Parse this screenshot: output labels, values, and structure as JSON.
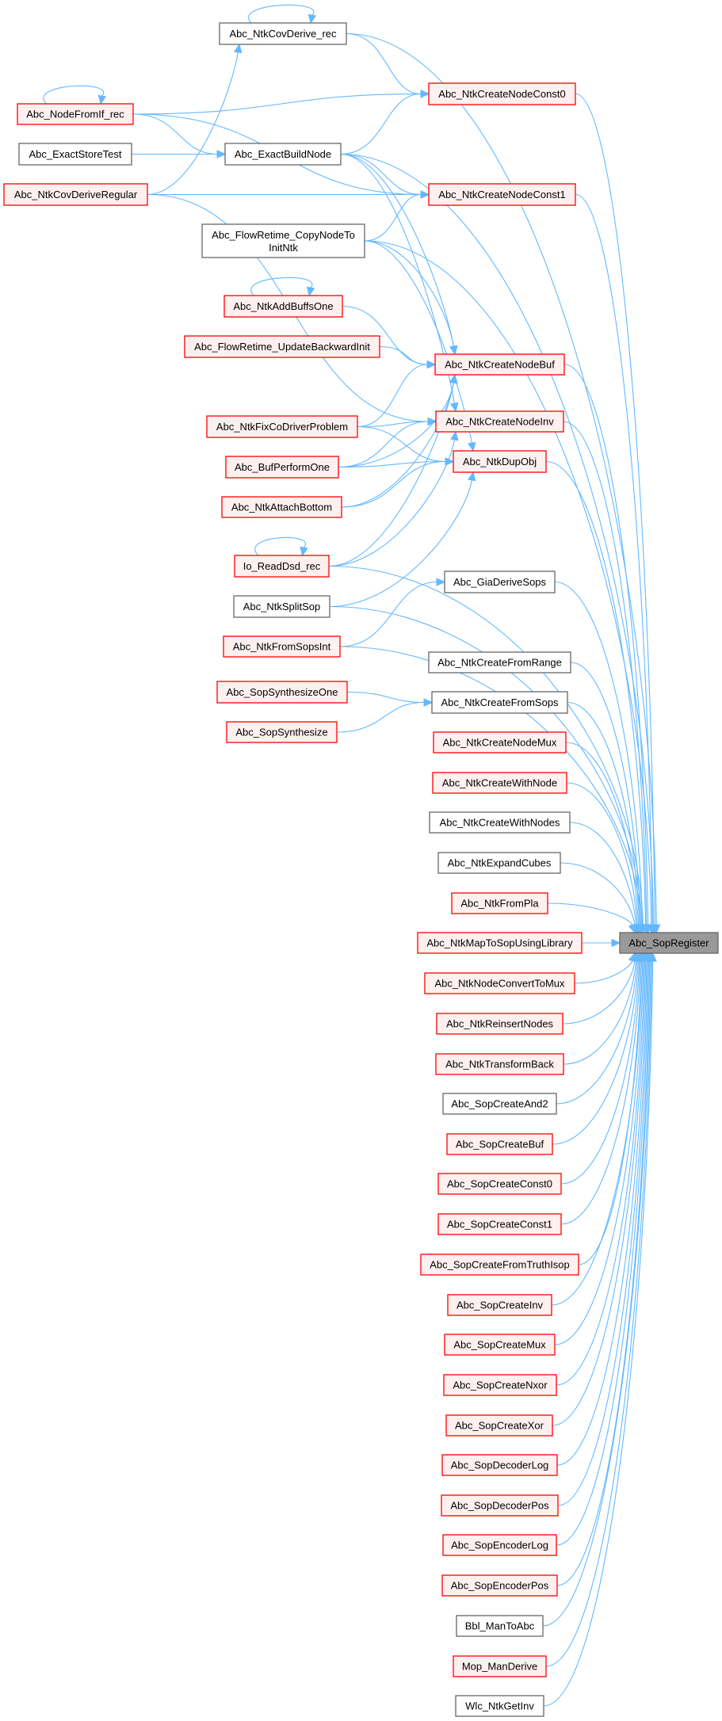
{
  "graph": {
    "focus_node": "sop",
    "colors": {
      "edge": "#63b8ff",
      "red_border": "#ff0000",
      "red_fill": "#fff0f0",
      "gray_border": "#666666",
      "gray_fill": "#ffffff",
      "focus_fill": "#999999"
    },
    "nodes": [
      {
        "id": "covrec",
        "label": "Abc_NtkCovDerive_rec",
        "style": "gray"
      },
      {
        "id": "const0",
        "label": "Abc_NtkCreateNodeConst0",
        "style": "red"
      },
      {
        "id": "fromif",
        "label": "Abc_NodeFromIf_rec",
        "style": "red"
      },
      {
        "id": "storetest",
        "label": "Abc_ExactStoreTest",
        "style": "gray"
      },
      {
        "id": "exactbuild",
        "label": "Abc_ExactBuildNode",
        "style": "gray"
      },
      {
        "id": "covreg",
        "label": "Abc_NtkCovDeriveRegular",
        "style": "red"
      },
      {
        "id": "const1",
        "label": "Abc_NtkCreateNodeConst1",
        "style": "red"
      },
      {
        "id": "copynode",
        "label": "Abc_FlowRetime_CopyNodeTo",
        "label2": "InitNtk",
        "style": "gray"
      },
      {
        "id": "addbuffs",
        "label": "Abc_NtkAddBuffsOne",
        "style": "red"
      },
      {
        "id": "updback",
        "label": "Abc_FlowRetime_UpdateBackwardInit",
        "style": "red"
      },
      {
        "id": "nodebuf",
        "label": "Abc_NtkCreateNodeBuf",
        "style": "red"
      },
      {
        "id": "fixco",
        "label": "Abc_NtkFixCoDriverProblem",
        "style": "red"
      },
      {
        "id": "nodeinv",
        "label": "Abc_NtkCreateNodeInv",
        "style": "red"
      },
      {
        "id": "bufperf",
        "label": "Abc_BufPerformOne",
        "style": "red"
      },
      {
        "id": "dupobj",
        "label": "Abc_NtkDupObj",
        "style": "red"
      },
      {
        "id": "attach",
        "label": "Abc_NtkAttachBottom",
        "style": "red"
      },
      {
        "id": "readdsd",
        "label": "Io_ReadDsd_rec",
        "style": "red"
      },
      {
        "id": "splitsop",
        "label": "Abc_NtkSplitSop",
        "style": "gray"
      },
      {
        "id": "giaderive",
        "label": "Abc_GiaDeriveSops",
        "style": "gray"
      },
      {
        "id": "fromsopsint",
        "label": "Abc_NtkFromSopsInt",
        "style": "red"
      },
      {
        "id": "fromrange",
        "label": "Abc_NtkCreateFromRange",
        "style": "gray"
      },
      {
        "id": "synthone",
        "label": "Abc_SopSynthesizeOne",
        "style": "red"
      },
      {
        "id": "fromsops",
        "label": "Abc_NtkCreateFromSops",
        "style": "gray"
      },
      {
        "id": "synth",
        "label": "Abc_SopSynthesize",
        "style": "red"
      },
      {
        "id": "nodemux",
        "label": "Abc_NtkCreateNodeMux",
        "style": "red"
      },
      {
        "id": "withnode",
        "label": "Abc_NtkCreateWithNode",
        "style": "red"
      },
      {
        "id": "withnodes",
        "label": "Abc_NtkCreateWithNodes",
        "style": "gray"
      },
      {
        "id": "expand",
        "label": "Abc_NtkExpandCubes",
        "style": "gray"
      },
      {
        "id": "frompla",
        "label": "Abc_NtkFromPla",
        "style": "red"
      },
      {
        "id": "maptosop",
        "label": "Abc_NtkMapToSopUsingLibrary",
        "style": "red"
      },
      {
        "id": "convmux",
        "label": "Abc_NtkNodeConvertToMux",
        "style": "red"
      },
      {
        "id": "reinsert",
        "label": "Abc_NtkReinsertNodes",
        "style": "red"
      },
      {
        "id": "transform",
        "label": "Abc_NtkTransformBack",
        "style": "red"
      },
      {
        "id": "and2",
        "label": "Abc_SopCreateAnd2",
        "style": "gray"
      },
      {
        "id": "buf",
        "label": "Abc_SopCreateBuf",
        "style": "red"
      },
      {
        "id": "sconst0",
        "label": "Abc_SopCreateConst0",
        "style": "red"
      },
      {
        "id": "sconst1",
        "label": "Abc_SopCreateConst1",
        "style": "red"
      },
      {
        "id": "truth",
        "label": "Abc_SopCreateFromTruthIsop",
        "style": "red"
      },
      {
        "id": "inv",
        "label": "Abc_SopCreateInv",
        "style": "red"
      },
      {
        "id": "mux",
        "label": "Abc_SopCreateMux",
        "style": "red"
      },
      {
        "id": "nxor",
        "label": "Abc_SopCreateNxor",
        "style": "red"
      },
      {
        "id": "xor",
        "label": "Abc_SopCreateXor",
        "style": "red"
      },
      {
        "id": "declog",
        "label": "Abc_SopDecoderLog",
        "style": "red"
      },
      {
        "id": "decpos",
        "label": "Abc_SopDecoderPos",
        "style": "red"
      },
      {
        "id": "enclog",
        "label": "Abc_SopEncoderLog",
        "style": "red"
      },
      {
        "id": "encpos",
        "label": "Abc_SopEncoderPos",
        "style": "red"
      },
      {
        "id": "bbl",
        "label": "Bbl_ManToAbc",
        "style": "gray"
      },
      {
        "id": "mop",
        "label": "Mop_ManDerive",
        "style": "red"
      },
      {
        "id": "wlc",
        "label": "Wlc_NtkGetInv",
        "style": "gray"
      },
      {
        "id": "sop",
        "label": "Abc_SopRegister",
        "style": "focus"
      }
    ],
    "edges": [
      [
        "covrec",
        "covrec"
      ],
      [
        "covrec",
        "const0"
      ],
      [
        "covrec",
        "sop"
      ],
      [
        "fromif",
        "fromif"
      ],
      [
        "fromif",
        "const0"
      ],
      [
        "fromif",
        "const1"
      ],
      [
        "fromif",
        "exactbuild"
      ],
      [
        "storetest",
        "exactbuild"
      ],
      [
        "covreg",
        "covrec"
      ],
      [
        "covreg",
        "const1"
      ],
      [
        "covreg",
        "nodeinv"
      ],
      [
        "exactbuild",
        "const0"
      ],
      [
        "exactbuild",
        "const1"
      ],
      [
        "exactbuild",
        "sop"
      ],
      [
        "exactbuild",
        "nodebuf"
      ],
      [
        "exactbuild",
        "nodeinv"
      ],
      [
        "const0",
        "sop"
      ],
      [
        "const1",
        "sop"
      ],
      [
        "copynode",
        "const1"
      ],
      [
        "copynode",
        "sop"
      ],
      [
        "copynode",
        "nodebuf"
      ],
      [
        "copynode",
        "dupobj"
      ],
      [
        "addbuffs",
        "addbuffs"
      ],
      [
        "addbuffs",
        "nodebuf"
      ],
      [
        "updback",
        "nodebuf"
      ],
      [
        "nodebuf",
        "sop"
      ],
      [
        "nodeinv",
        "sop"
      ],
      [
        "dupobj",
        "sop"
      ],
      [
        "fixco",
        "nodebuf"
      ],
      [
        "fixco",
        "nodeinv"
      ],
      [
        "fixco",
        "dupobj"
      ],
      [
        "bufperf",
        "nodebuf"
      ],
      [
        "bufperf",
        "nodeinv"
      ],
      [
        "bufperf",
        "dupobj"
      ],
      [
        "attach",
        "nodebuf"
      ],
      [
        "attach",
        "dupobj"
      ],
      [
        "readdsd",
        "readdsd"
      ],
      [
        "readdsd",
        "nodebuf"
      ],
      [
        "readdsd",
        "nodeinv"
      ],
      [
        "readdsd",
        "sop"
      ],
      [
        "splitsop",
        "dupobj"
      ],
      [
        "splitsop",
        "sop"
      ],
      [
        "giaderive",
        "sop"
      ],
      [
        "fromsopsint",
        "giaderive"
      ],
      [
        "fromsopsint",
        "sop"
      ],
      [
        "fromrange",
        "sop"
      ],
      [
        "synthone",
        "fromsops"
      ],
      [
        "synth",
        "fromsops"
      ],
      [
        "fromsops",
        "sop"
      ],
      [
        "nodemux",
        "sop"
      ],
      [
        "withnode",
        "sop"
      ],
      [
        "withnodes",
        "sop"
      ],
      [
        "expand",
        "sop"
      ],
      [
        "frompla",
        "sop"
      ],
      [
        "maptosop",
        "sop"
      ],
      [
        "convmux",
        "sop"
      ],
      [
        "reinsert",
        "sop"
      ],
      [
        "transform",
        "sop"
      ],
      [
        "and2",
        "sop"
      ],
      [
        "buf",
        "sop"
      ],
      [
        "sconst0",
        "sop"
      ],
      [
        "sconst1",
        "sop"
      ],
      [
        "truth",
        "sop"
      ],
      [
        "inv",
        "sop"
      ],
      [
        "mux",
        "sop"
      ],
      [
        "nxor",
        "sop"
      ],
      [
        "xor",
        "sop"
      ],
      [
        "declog",
        "sop"
      ],
      [
        "decpos",
        "sop"
      ],
      [
        "enclog",
        "sop"
      ],
      [
        "encpos",
        "sop"
      ],
      [
        "bbl",
        "sop"
      ],
      [
        "mop",
        "sop"
      ],
      [
        "wlc",
        "sop"
      ]
    ]
  }
}
